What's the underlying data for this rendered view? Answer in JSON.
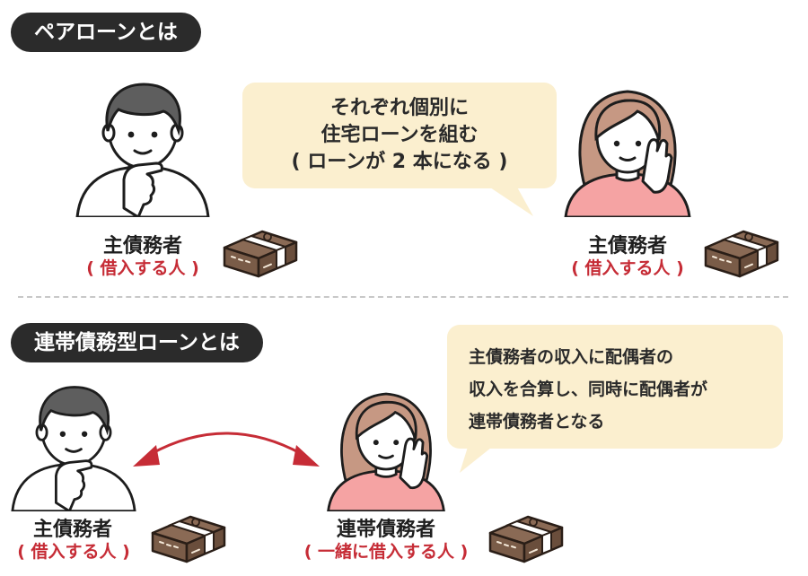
{
  "pair_loan": {
    "heading": "ペアローンとは",
    "bubble_lines": [
      "それぞれ個別に",
      "住宅ローンを組む",
      "( ローンが 2 本になる )"
    ],
    "left_person": {
      "role": "主債務者",
      "note": "( 借入する人 )"
    },
    "right_person": {
      "role": "主債務者",
      "note": "( 借入する人 )"
    }
  },
  "joint_debt": {
    "heading": "連帯債務型ローンとは",
    "bubble_lines": [
      "主債務者の収入に配偶者の",
      "収入を合算し、同時に配偶者が",
      "連帯債務者となる"
    ],
    "left_person": {
      "role": "主債務者",
      "note": "( 借入する人 )"
    },
    "right_person": {
      "role": "連帯債務者",
      "note": "( 一緒に借入する人 )"
    }
  },
  "colors": {
    "heading_bg": "#2b2b2b",
    "bubble_bg": "#fbefcf",
    "accent_red": "#c62c36",
    "money_brown": "#8a6a55",
    "woman_top": "#f5a3a3",
    "man_hair": "#5e5e5e",
    "woman_hair": "#c69883"
  },
  "icons": [
    "man-icon",
    "woman-icon",
    "money-bundle-icon",
    "double-arrow-icon"
  ]
}
